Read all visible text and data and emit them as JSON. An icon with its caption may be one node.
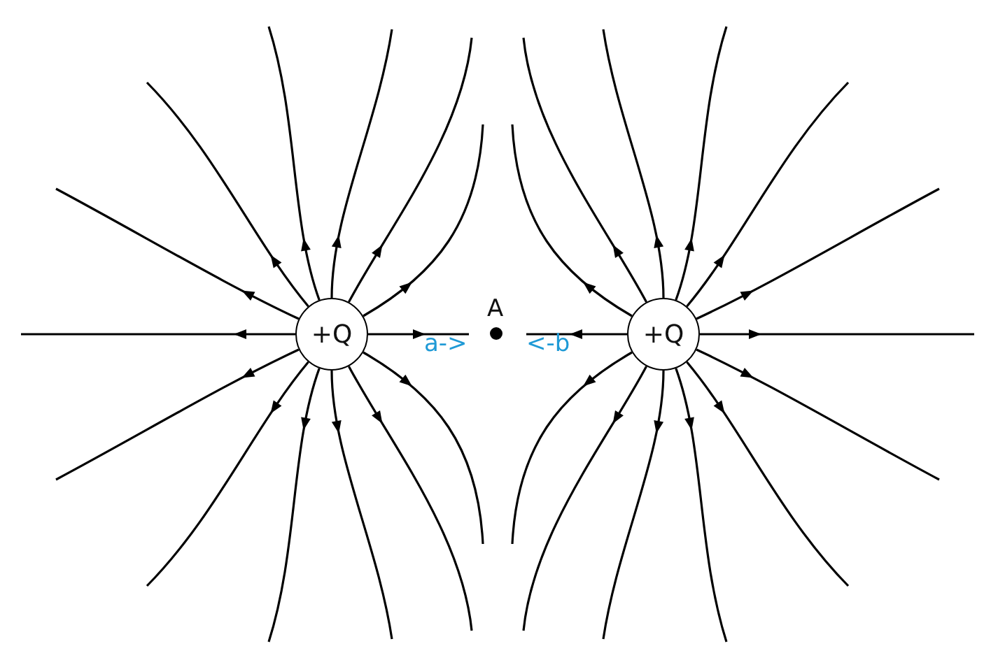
{
  "diagram": {
    "nodes": [
      {
        "text": [
          "+Q"
        ]
      },
      {
        "text": [
          "A"
        ]
      },
      {
        "text": [
          "+Q"
        ]
      }
    ],
    "labels": [
      "a->",
      "<-b"
    ]
  }
}
